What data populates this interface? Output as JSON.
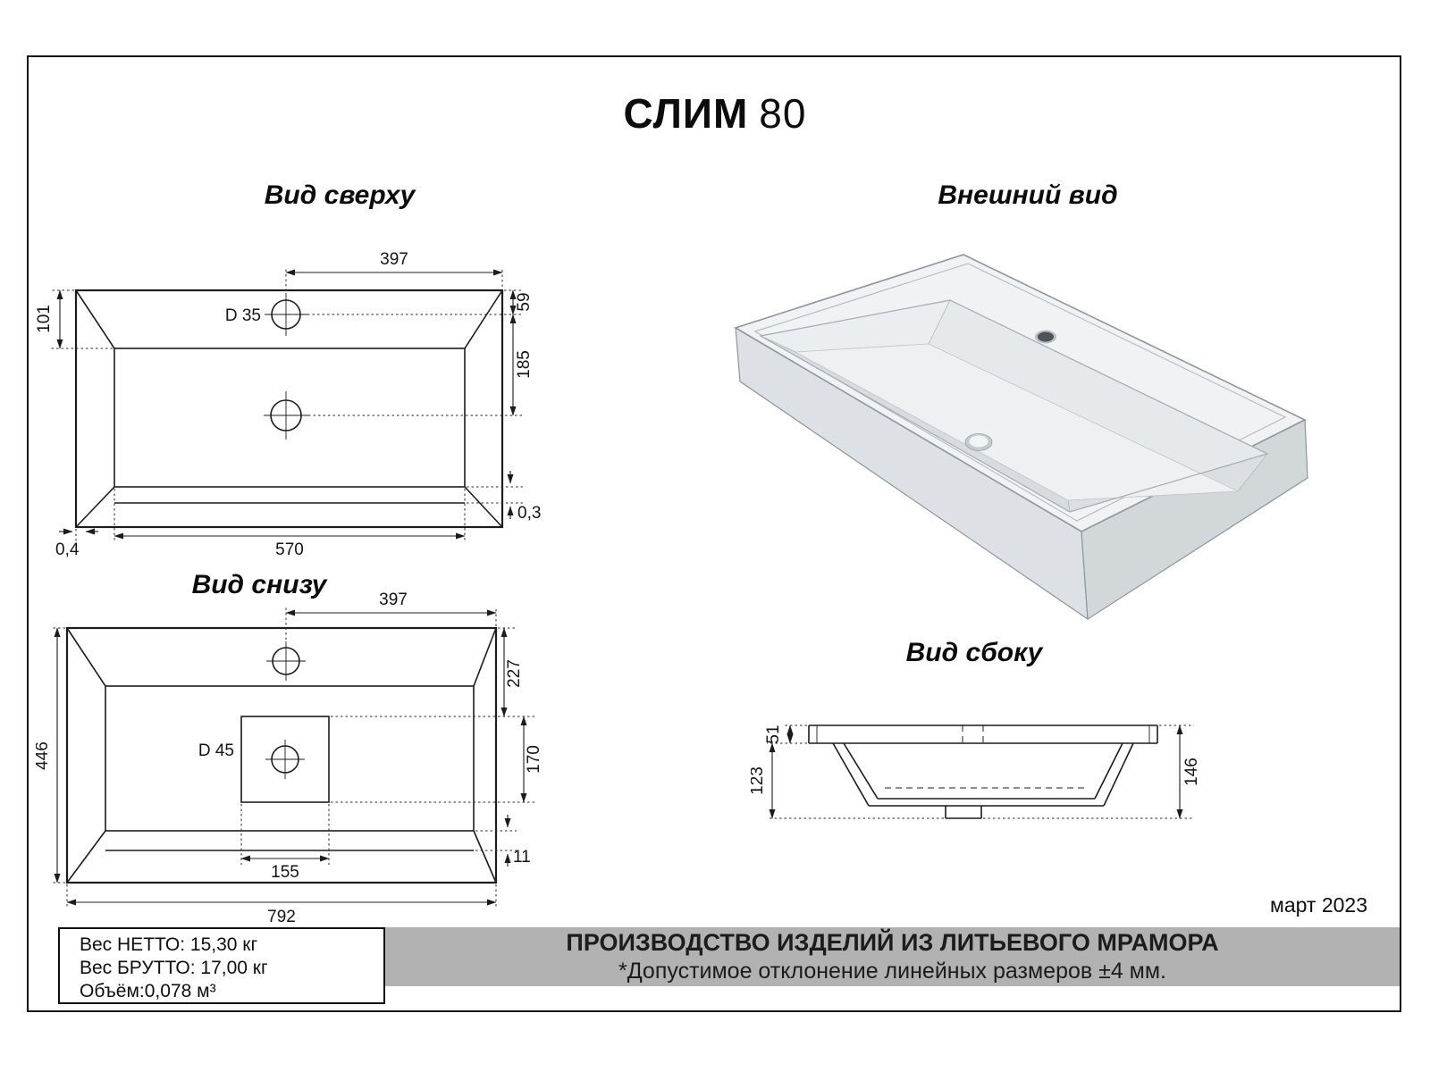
{
  "title": {
    "model": "СЛИМ",
    "size": "80"
  },
  "date": "март 2023",
  "views": {
    "top": {
      "label": "Вид сверху",
      "dims": {
        "w397": "397",
        "h59": "59",
        "h101": "101",
        "hole": "D 35",
        "h185": "185",
        "t03": "0,3",
        "w570": "570",
        "t04": "0,4"
      }
    },
    "bottom": {
      "label": "Вид снизу",
      "dims": {
        "w397": "397",
        "h227": "227",
        "h170": "170",
        "hole": "D 45",
        "h446": "446",
        "w155": "155",
        "t11": "11",
        "w792": "792"
      }
    },
    "external": {
      "label": "Внешний вид"
    },
    "side": {
      "label": "Вид сбоку",
      "dims": {
        "h51": "51",
        "h123": "123",
        "h146": "146"
      }
    }
  },
  "footer": {
    "net_weight": "Вес НЕТТО: 15,30 кг",
    "gross_weight": "Вес БРУТТО: 17,00 кг",
    "volume": "Объём:0,078 м³",
    "banner_line1": "ПРОИЗВОДСТВО ИЗДЕЛИЙ ИЗ ЛИТЬЕВОГО МРАМОРА",
    "banner_line2": "*Допустимое отклонение линейных размеров ±4 мм."
  }
}
